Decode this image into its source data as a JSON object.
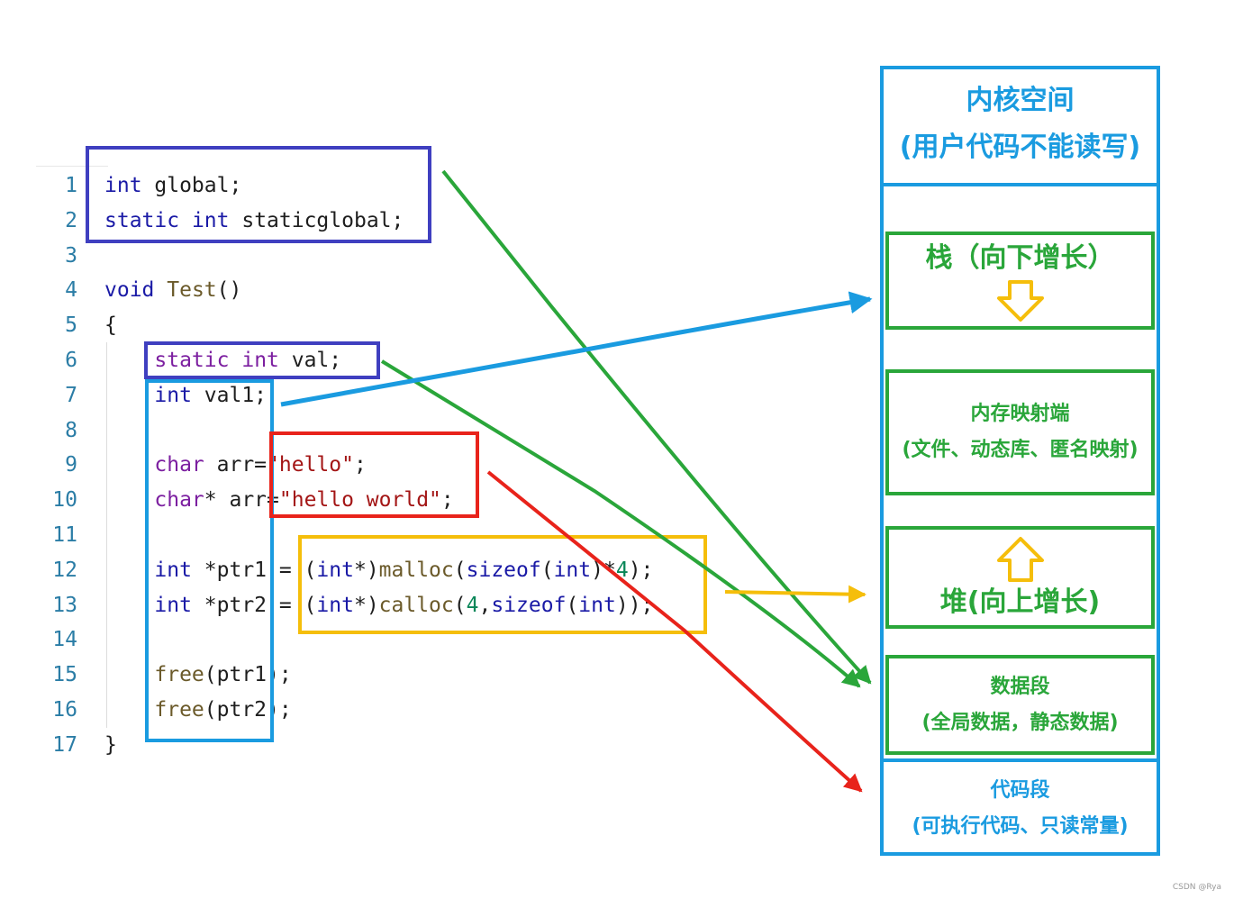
{
  "code": {
    "line_numbers": [
      "1",
      "2",
      "3",
      "4",
      "5",
      "6",
      "7",
      "8",
      "9",
      "10",
      "11",
      "12",
      "13",
      "14",
      "15",
      "16",
      "17"
    ],
    "lines": [
      [
        {
          "t": "int",
          "c": "kw"
        },
        {
          "t": " global;",
          "c": "id"
        }
      ],
      [
        {
          "t": "static",
          "c": "kw"
        },
        {
          "t": " ",
          "c": "id"
        },
        {
          "t": "int",
          "c": "kw"
        },
        {
          "t": " staticglobal;",
          "c": "id"
        }
      ],
      [],
      [
        {
          "t": "void",
          "c": "kw"
        },
        {
          "t": " ",
          "c": "id"
        },
        {
          "t": "Test",
          "c": "fn"
        },
        {
          "t": "()",
          "c": "id"
        }
      ],
      [
        {
          "t": "{",
          "c": "id"
        }
      ],
      [
        {
          "t": "    ",
          "c": "id"
        },
        {
          "t": "static",
          "c": "kw2"
        },
        {
          "t": " ",
          "c": "id"
        },
        {
          "t": "int",
          "c": "kw2"
        },
        {
          "t": " val;",
          "c": "id"
        }
      ],
      [
        {
          "t": "    ",
          "c": "id"
        },
        {
          "t": "int",
          "c": "kw"
        },
        {
          "t": " val1;",
          "c": "id"
        }
      ],
      [],
      [
        {
          "t": "    ",
          "c": "id"
        },
        {
          "t": "char",
          "c": "kw2"
        },
        {
          "t": " arr=",
          "c": "id"
        },
        {
          "t": "\"hello\"",
          "c": "str"
        },
        {
          "t": ";",
          "c": "id"
        }
      ],
      [
        {
          "t": "    ",
          "c": "id"
        },
        {
          "t": "char",
          "c": "kw2"
        },
        {
          "t": "* arr=",
          "c": "id"
        },
        {
          "t": "\"hello world\"",
          "c": "str"
        },
        {
          "t": ";",
          "c": "id"
        }
      ],
      [],
      [
        {
          "t": "    ",
          "c": "id"
        },
        {
          "t": "int",
          "c": "kw"
        },
        {
          "t": " *ptr1 = (",
          "c": "id"
        },
        {
          "t": "int",
          "c": "kw"
        },
        {
          "t": "*)",
          "c": "id"
        },
        {
          "t": "malloc",
          "c": "fn"
        },
        {
          "t": "(",
          "c": "id"
        },
        {
          "t": "sizeof",
          "c": "kw"
        },
        {
          "t": "(",
          "c": "id"
        },
        {
          "t": "int",
          "c": "kw"
        },
        {
          "t": ")*",
          "c": "id"
        },
        {
          "t": "4",
          "c": "num"
        },
        {
          "t": ");",
          "c": "id"
        }
      ],
      [
        {
          "t": "    ",
          "c": "id"
        },
        {
          "t": "int",
          "c": "kw"
        },
        {
          "t": " *ptr2 = (",
          "c": "id"
        },
        {
          "t": "int",
          "c": "kw"
        },
        {
          "t": "*)",
          "c": "id"
        },
        {
          "t": "calloc",
          "c": "fn"
        },
        {
          "t": "(",
          "c": "id"
        },
        {
          "t": "4",
          "c": "num"
        },
        {
          "t": ",",
          "c": "id"
        },
        {
          "t": "sizeof",
          "c": "kw"
        },
        {
          "t": "(",
          "c": "id"
        },
        {
          "t": "int",
          "c": "kw"
        },
        {
          "t": "));",
          "c": "id"
        }
      ],
      [],
      [
        {
          "t": "    ",
          "c": "id"
        },
        {
          "t": "free",
          "c": "fn"
        },
        {
          "t": "(ptr1);",
          "c": "id"
        }
      ],
      [
        {
          "t": "    ",
          "c": "id"
        },
        {
          "t": "free",
          "c": "fn"
        },
        {
          "t": "(ptr2);",
          "c": "id"
        }
      ],
      [
        {
          "t": "}",
          "c": "id"
        }
      ]
    ]
  },
  "memory": {
    "kernel_title": "内核空间",
    "kernel_sub": "(用户代码不能读写)",
    "stack": "栈（向下增长）",
    "mmap_title": "内存映射端",
    "mmap_sub": "(文件、动态库、匿名映射)",
    "heap": "堆(向上增长)",
    "data_title": "数据段",
    "data_sub": "(全局数据，静态数据)",
    "text_title": "代码段",
    "text_sub": "(可执行代码、只读常量)"
  },
  "colors": {
    "purple_box": "#3f3fc0",
    "blue": "#1a9be0",
    "green": "#2aa63a",
    "red": "#e8231b",
    "yellow": "#f5be0b"
  },
  "watermark": "CSDN @Rya"
}
